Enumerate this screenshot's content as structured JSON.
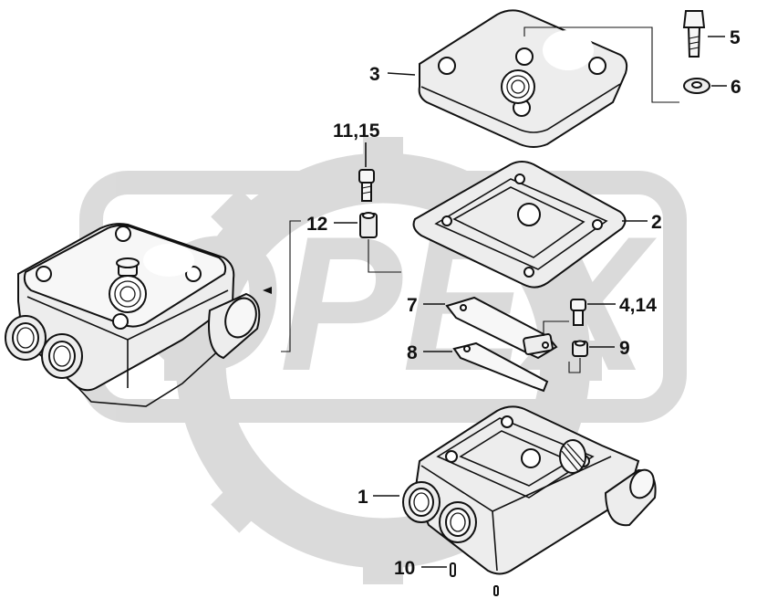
{
  "watermark": {
    "text": "OPEX"
  },
  "callouts": [
    {
      "id": "1",
      "label": "1"
    },
    {
      "id": "2",
      "label": "2"
    },
    {
      "id": "3",
      "label": "3"
    },
    {
      "id": "4-14",
      "label": "4,14"
    },
    {
      "id": "5",
      "label": "5"
    },
    {
      "id": "6",
      "label": "6"
    },
    {
      "id": "7",
      "label": "7"
    },
    {
      "id": "8",
      "label": "8"
    },
    {
      "id": "9",
      "label": "9"
    },
    {
      "id": "10",
      "label": "10"
    },
    {
      "id": "11-15",
      "label": "11,15"
    },
    {
      "id": "12",
      "label": "12"
    }
  ],
  "colors": {
    "watermark": "#d2d2d2",
    "ink": "#111111",
    "part_fill": "#ededed"
  }
}
